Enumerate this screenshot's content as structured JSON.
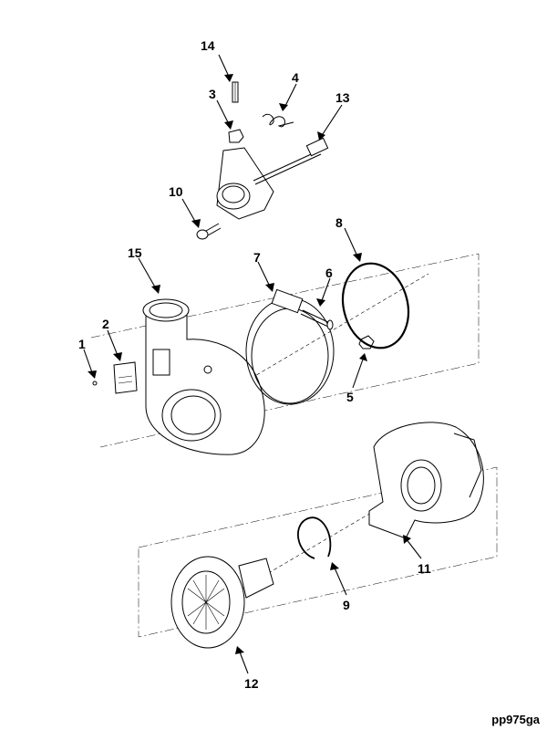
{
  "figure_code": "pp975ga",
  "callouts": [
    "1",
    "2",
    "3",
    "4",
    "5",
    "6",
    "7",
    "8",
    "9",
    "10",
    "11",
    "12",
    "13",
    "14",
    "15"
  ]
}
